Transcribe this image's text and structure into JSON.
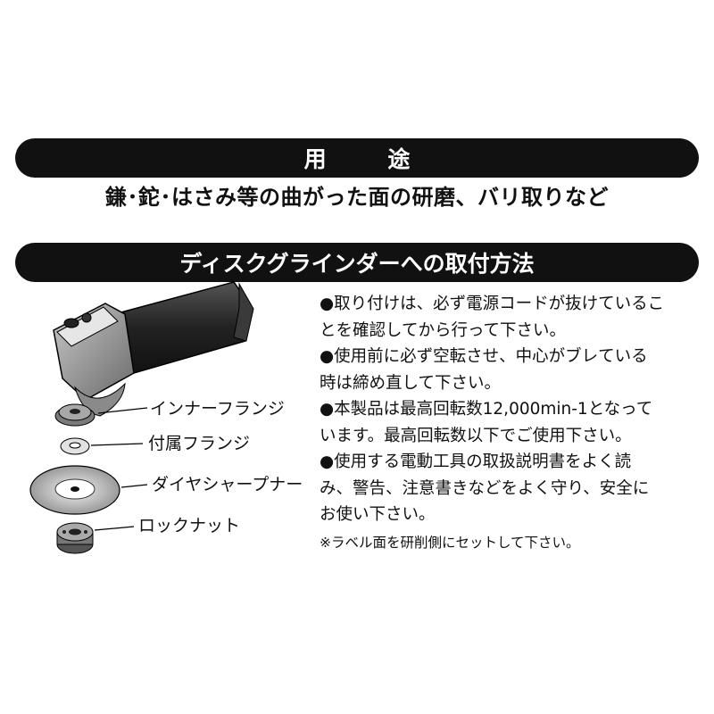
{
  "section_usage": {
    "title": "用 途",
    "text": "鎌･鉈･はさみ等の曲がった面の研磨、バリ取りなど"
  },
  "section_mounting": {
    "title": "ディスクグラインダーへの取付方法"
  },
  "parts": {
    "inner_flange": "インナーフランジ",
    "attached_flange": "付属フランジ",
    "diamond_sharpener": "ダイヤシャープナー",
    "lock_nut": "ロックナット"
  },
  "instructions": {
    "item1": "●取り付けは、必ず電源コードが抜けているこ",
    "item1b": "とを確認してから行って下さい。",
    "item2": "●使用前に必ず空転させ、中心がブレている",
    "item2b": "時は締め直して下さい。",
    "item3": "●本製品は最高回転数12,000min-1となって",
    "item3b": "います。最高回転数以下でご使用下さい。",
    "item4": "●使用する電動工具の取扱説明書をよく読",
    "item4b": "み、警告、注意書きなどをよく守り、安全に",
    "item4c": "お使い下さい。",
    "note": "※ラベル面を研削側にセットして下さい。"
  }
}
